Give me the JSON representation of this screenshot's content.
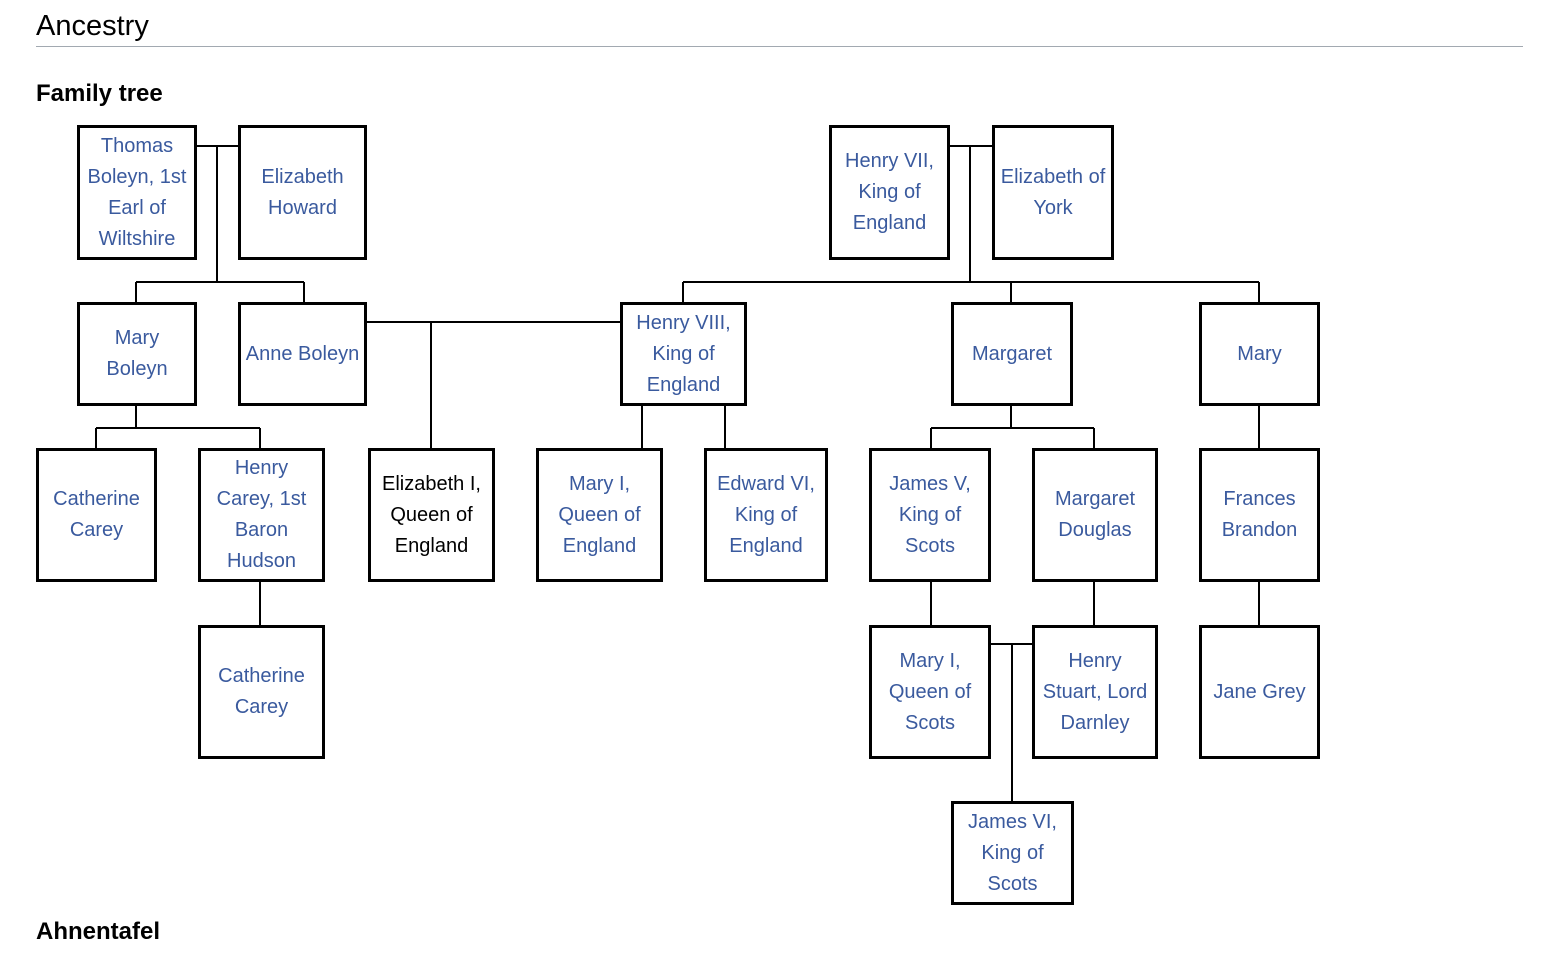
{
  "section": {
    "title": "Ancestry"
  },
  "family_tree": {
    "heading": "Family tree",
    "people": {
      "thomas_boleyn": {
        "label": "Thomas Boleyn, 1st Earl of Wiltshire",
        "link": true
      },
      "elizabeth_howard": {
        "label": "Elizabeth Howard",
        "link": true
      },
      "henry_vii": {
        "label": "Henry VII, King of England",
        "link": true
      },
      "elizabeth_of_york": {
        "label": "Elizabeth of York",
        "link": true
      },
      "mary_boleyn": {
        "label": "Mary Boleyn",
        "link": true
      },
      "anne_boleyn": {
        "label": "Anne Boleyn",
        "link": true
      },
      "henry_viii": {
        "label": "Henry VIII, King of England",
        "link": true
      },
      "margaret": {
        "label": "Margaret",
        "link": true
      },
      "mary_tudor": {
        "label": "Mary",
        "link": true
      },
      "catherine_carey_1": {
        "label": "Catherine Carey",
        "link": true
      },
      "henry_carey": {
        "label": "Henry Carey, 1st Baron Hudson",
        "link": true
      },
      "elizabeth_i": {
        "label": "Elizabeth I, Queen of England",
        "link": false
      },
      "mary_i_england": {
        "label": "Mary I, Queen of England",
        "link": true
      },
      "edward_vi": {
        "label": "Edward VI, King of England",
        "link": true
      },
      "james_v": {
        "label": "James V, King of Scots",
        "link": true
      },
      "margaret_douglas": {
        "label": "Margaret Douglas",
        "link": true
      },
      "frances_brandon": {
        "label": "Frances Brandon",
        "link": true
      },
      "catherine_carey_2": {
        "label": "Catherine Carey",
        "link": true
      },
      "mary_queen_of_scots": {
        "label": "Mary I, Queen of Scots",
        "link": true
      },
      "henry_stuart": {
        "label": "Henry Stuart, Lord Darnley",
        "link": true
      },
      "jane_grey": {
        "label": "Jane Grey",
        "link": true
      },
      "james_vi": {
        "label": "James VI, King of Scots",
        "link": true
      }
    }
  },
  "ahnentafel": {
    "heading": "Ahnentafel"
  },
  "colors": {
    "link": "#3a5a9e",
    "text": "#000000",
    "border": "#000000",
    "rule": "#a2a9b1"
  }
}
